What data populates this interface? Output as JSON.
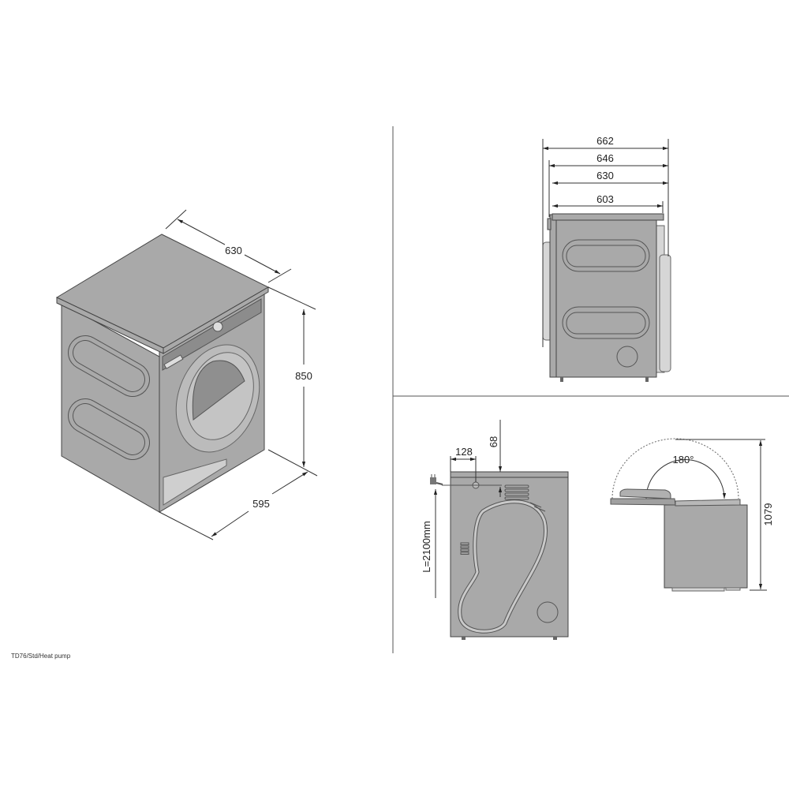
{
  "caption": "TD76/Std/Heat pump",
  "iso_view": {
    "depth": "630",
    "height": "850",
    "width": "595"
  },
  "side_view": {
    "dims": [
      "662",
      "646",
      "630",
      "603"
    ]
  },
  "rear_view": {
    "offset_x": "128",
    "offset_y": "68",
    "cable_length": "L=2100mm"
  },
  "lid_view": {
    "angle": "180°",
    "height": "1079"
  },
  "colors": {
    "body": "#a9a9a9",
    "line": "#333333",
    "light": "#d6d6d6"
  }
}
